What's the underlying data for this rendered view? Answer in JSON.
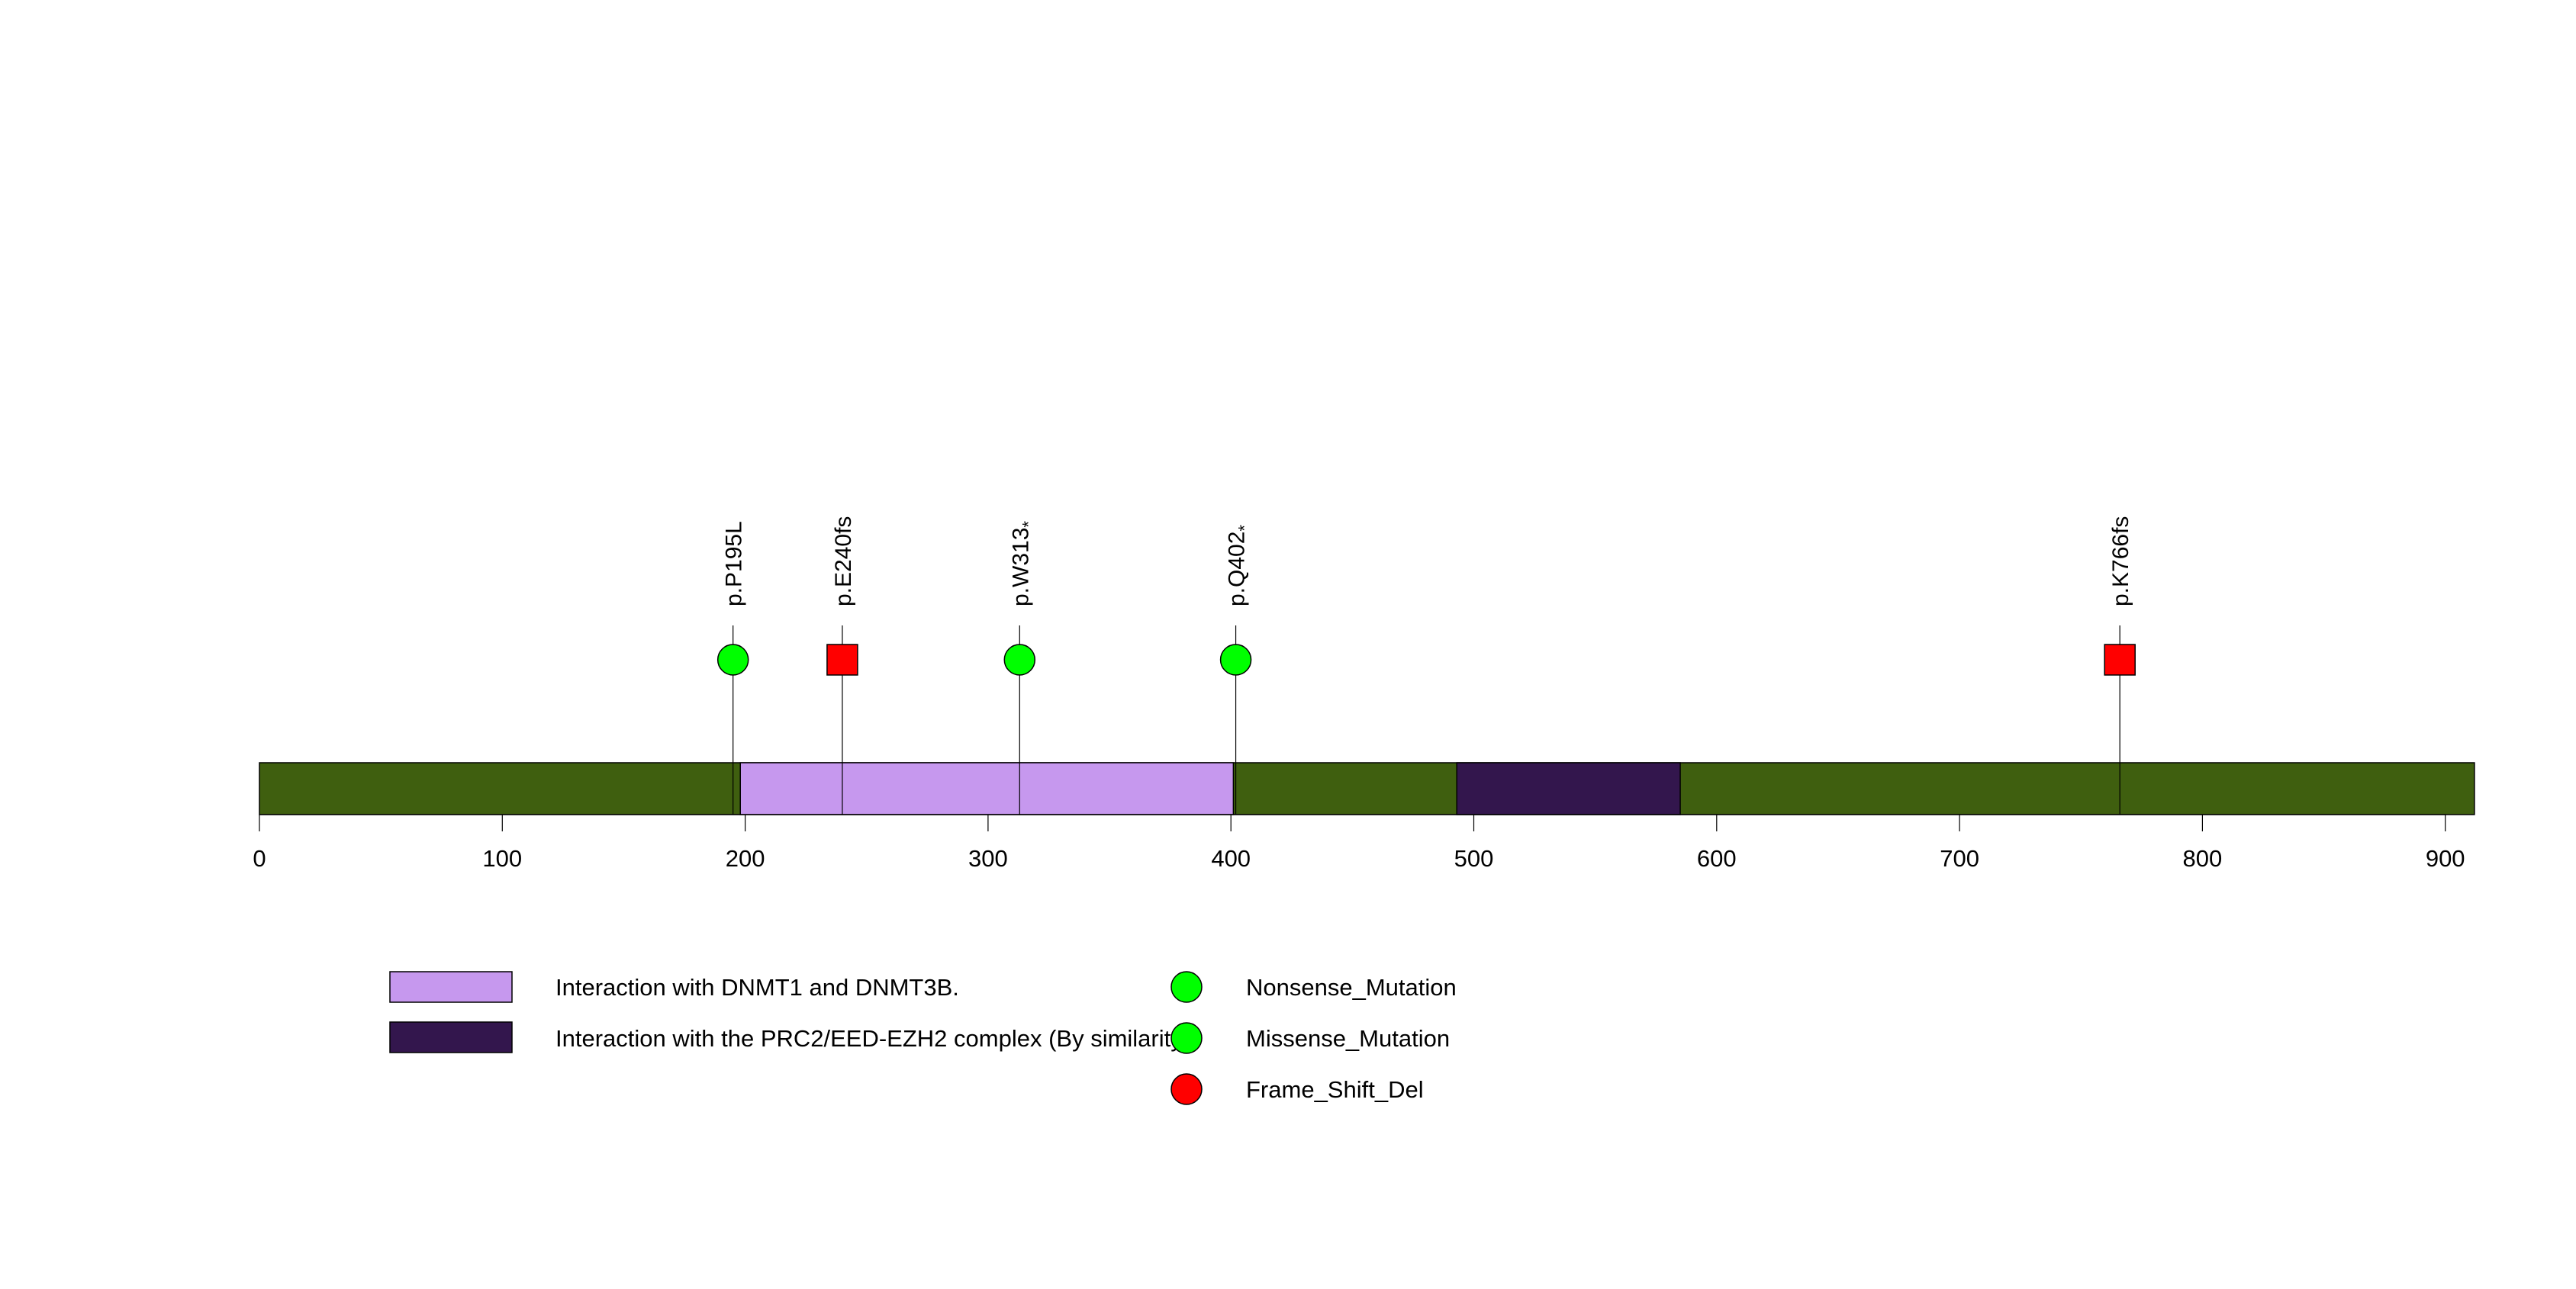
{
  "chart_data": {
    "type": "lollipop",
    "axis": {
      "min": 0,
      "max": 912,
      "ticks": [
        0,
        100,
        200,
        300,
        400,
        500,
        600,
        700,
        800,
        900
      ]
    },
    "protein_length": 912,
    "backbone_color": "#3f5f0f",
    "domains": [
      {
        "label": "Interaction with DNMT1 and DNMT3B.",
        "start": 198,
        "end": 401,
        "color": "#c698ee"
      },
      {
        "label": "Interaction with the PRC2/EED-EZH2 complex (By similarity).",
        "start": 493,
        "end": 585,
        "color": "#33164d"
      }
    ],
    "mutations": [
      {
        "label": "p.P195L",
        "position": 195,
        "shape": "circle",
        "color": "#00ff00"
      },
      {
        "label": "p.E240fs",
        "position": 240,
        "shape": "square",
        "color": "#ff0000"
      },
      {
        "label": "p.W313",
        "sub": "*",
        "position": 313,
        "shape": "circle",
        "color": "#00ff00"
      },
      {
        "label": "p.Q402",
        "sub": "*",
        "position": 402,
        "shape": "circle",
        "color": "#00ff00"
      },
      {
        "label": "p.K766fs",
        "position": 766,
        "shape": "square",
        "color": "#ff0000"
      }
    ],
    "legend": {
      "domains": [
        {
          "label": "Interaction with DNMT1 and DNMT3B.",
          "color": "#c698ee"
        },
        {
          "label": "Interaction with the PRC2/EED-EZH2 complex (By similarity).",
          "color": "#33164d"
        }
      ],
      "mutation_types": [
        {
          "label": "Nonsense_Mutation",
          "color": "#00ff00"
        },
        {
          "label": "Missense_Mutation",
          "color": "#00ff00"
        },
        {
          "label": "Frame_Shift_Del",
          "color": "#ff0000"
        }
      ]
    }
  }
}
